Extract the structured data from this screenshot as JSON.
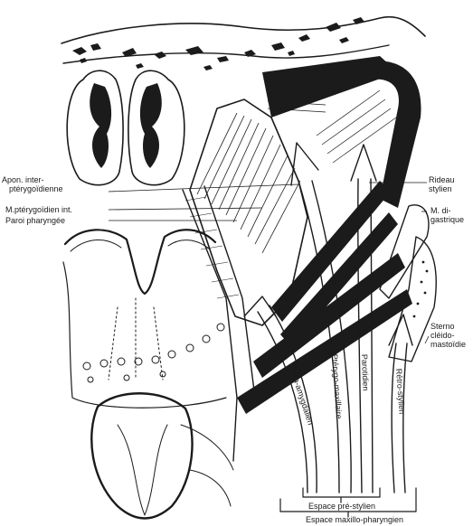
{
  "labels_left": {
    "apon": [
      "Apon. inter-",
      "ptérygoïdienne"
    ],
    "pterygoidien": "M.ptérygoïdien int.",
    "paroi": "Paroi pharyngée"
  },
  "labels_right": {
    "rideau": [
      "Rideau",
      "stylien"
    ],
    "digastrique": [
      "M. di-",
      "gastrique"
    ],
    "sterno": [
      "Sterno",
      "cléido-",
      "mastoïdie"
    ]
  },
  "arrows": {
    "para_amygdalien": "Para-amygdalien",
    "pterygo_maxillaire": "Ptérygo-maxillaire",
    "parotidien": "Parotidien",
    "retro_stylien": "Rétro-stylien"
  },
  "bottom": {
    "pre_stylien": "Espace pré-stylien",
    "maxillo_pharyngien": "Espace maxillo-pharyngien"
  }
}
